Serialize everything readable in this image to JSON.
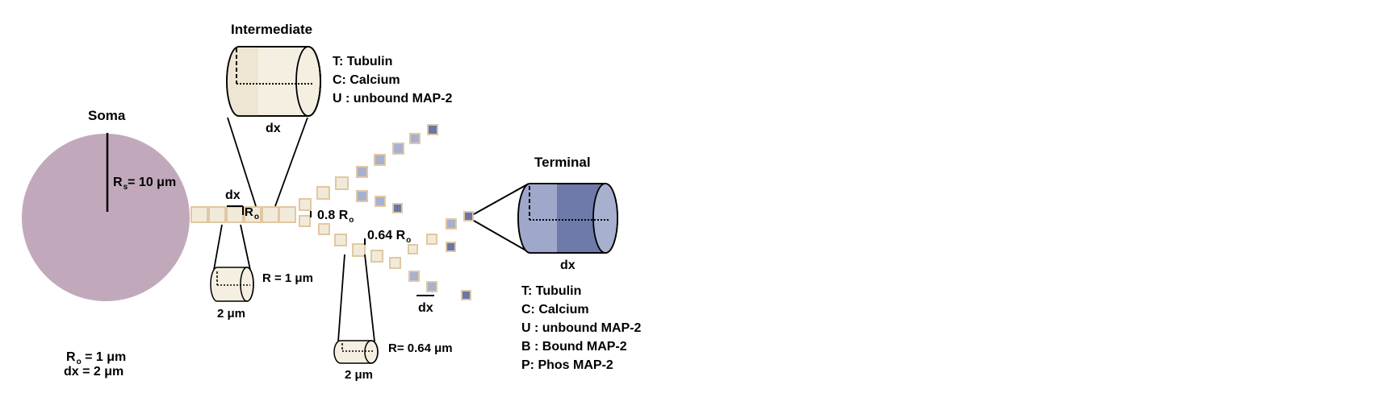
{
  "soma": {
    "title": "Soma",
    "radius_label": "Rs = 10 μm",
    "radius_main": "R",
    "radius_sub": "s",
    "radius_rest": "= 10 μm",
    "fill": "#c1a9bb"
  },
  "intermediate": {
    "title": "Intermediate",
    "dx_label": "dx",
    "legend": [
      "T: Tubulin",
      "C: Calcium",
      "U : unbound MAP-2"
    ],
    "fill": "#f5efe2"
  },
  "terminal": {
    "title": "Terminal",
    "dx_label": "dx",
    "legend": [
      "T: Tubulin",
      "C: Calcium",
      "U : unbound MAP-2",
      "B : Bound MAP-2",
      "P: Phos MAP-2"
    ],
    "fill": "#6d7aaa"
  },
  "axon": {
    "dx_label": "dx",
    "r_label": "Ro",
    "r_main": "R",
    "r_sub": "o",
    "branch1_label": "0.8 Ro",
    "branch1_main": "0.8 R",
    "branch1_sub": "o",
    "branch2_label": "0.64 Ro",
    "branch2_main": "0.64 R",
    "branch2_sub": "o",
    "branch_dx_label": "dx"
  },
  "small_cylinders": [
    {
      "radius_label": "R = 1 μm",
      "length_label": "2 μm"
    },
    {
      "radius_label": "R= 0.64 μm",
      "length_label": "2 μm"
    }
  ],
  "params": {
    "ro_label": "Ro = 1 μm",
    "ro_main": "R",
    "ro_sub": "o",
    "ro_rest": " = 1 μm",
    "dx_label": "dx = 2 μm"
  },
  "colors": {
    "segment_fill": "#f2ead9",
    "segment_stroke": "#e0c8a3",
    "terminal_light": "#a8b0d0",
    "terminal_dark": "#6a76a8"
  }
}
